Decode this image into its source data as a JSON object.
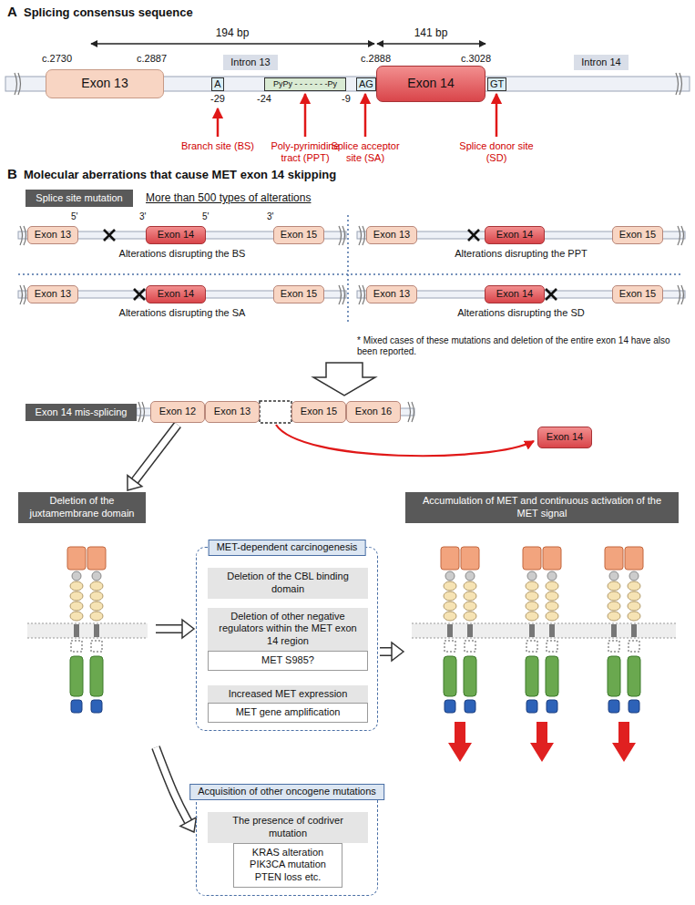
{
  "diagram": {
    "nodes": [
      {
        "text": [
          "Exon 13"
        ]
      },
      {
        "text": [
          "Intron 13"
        ]
      },
      {
        "text": [
          "Exon 14"
        ]
      },
      {
        "text": [
          "Intron 14"
        ]
      },
      {
        "text": [
          "A"
        ]
      },
      {
        "text": [
          "PyPy - - - - - - -Py"
        ]
      },
      {
        "text": [
          "AG"
        ]
      },
      {
        "text": [
          "GT"
        ]
      },
      {
        "text": [
          "Splice site mutation"
        ]
      },
      {
        "text": [
          "Exon 13"
        ]
      },
      {
        "text": [
          "Exon 14"
        ]
      },
      {
        "text": [
          "Exon 15"
        ]
      },
      {
        "text": [
          "Exon 13"
        ]
      },
      {
        "text": [
          "Exon 14"
        ]
      },
      {
        "text": [
          "Exon 15"
        ]
      },
      {
        "text": [
          "Exon 13"
        ]
      },
      {
        "text": [
          "Exon 14"
        ]
      },
      {
        "text": [
          "Exon 15"
        ]
      },
      {
        "text": [
          "Exon 13"
        ]
      },
      {
        "text": [
          "Exon 14"
        ]
      },
      {
        "text": [
          "Exon 15"
        ]
      },
      {
        "text": [
          "Exon 14 mis-splicing"
        ]
      },
      {
        "text": [
          "Exon 12"
        ]
      },
      {
        "text": [
          "Exon 13"
        ]
      },
      {
        "text": [
          "Exon 15"
        ]
      },
      {
        "text": [
          "Exon 16"
        ]
      },
      {
        "text": [
          "Exon 14"
        ]
      },
      {
        "text": [
          "Deletion of the juxtamembrane domain"
        ]
      },
      {
        "text": [
          "MET-dependent carcinogenesis"
        ]
      },
      {
        "text": [
          "Deletion of the CBL binding domain"
        ],
        "in": 28
      },
      {
        "text": [
          "Deletion of other negative regulators within the MET exon 14 region"
        ],
        "in": 28
      },
      {
        "text": [
          "MET S985?"
        ],
        "in": 28
      },
      {
        "text": [
          "Increased MET expression"
        ],
        "in": 28
      },
      {
        "text": [
          "MET gene amplification"
        ],
        "in": 28
      },
      {
        "text": [
          "Accumulation of MET and continuous activation of the MET signal"
        ]
      },
      {
        "text": [
          "Acquisition of other oncogene mutations"
        ]
      },
      {
        "text": [
          "The presence of codriver mutation"
        ],
        "in": 35
      },
      {
        "text": [
          "KRAS alteration PIK3CA mutation PTEN loss etc."
        ],
        "in": 35
      }
    ],
    "edges": [
      {
        "from": 22,
        "to": 27,
        "arrow": "to"
      },
      {
        "from": 27,
        "to": 28,
        "arrow": "to"
      },
      {
        "from": 27,
        "to": 35,
        "arrow": "to"
      },
      {
        "from": 28,
        "to": 34,
        "arrow": "to"
      }
    ],
    "labels": [
      "A",
      "Splicing consensus sequence",
      "194 bp",
      "141 bp",
      "c.2730",
      "c.2887",
      "c.2888",
      "c.3028",
      "-29",
      "-24",
      "-9",
      "Branch site (BS)",
      "Poly-pyrimidine tract (PPT)",
      "Splice acceptor site (SA)",
      "Splice donor site (SD)",
      "B",
      "Molecular aberrations that cause MET exon 14 skipping",
      "More than 500 types of alterations",
      "5'",
      "3'",
      "5'",
      "3'",
      "Alterations disrupting the BS",
      "Alterations disrupting the PPT",
      "Alterations disrupting the SA",
      "Alterations disrupting the SD",
      "* Mixed cases of these mutations and deletion of the entire exon 14 have also been reported."
    ]
  }
}
